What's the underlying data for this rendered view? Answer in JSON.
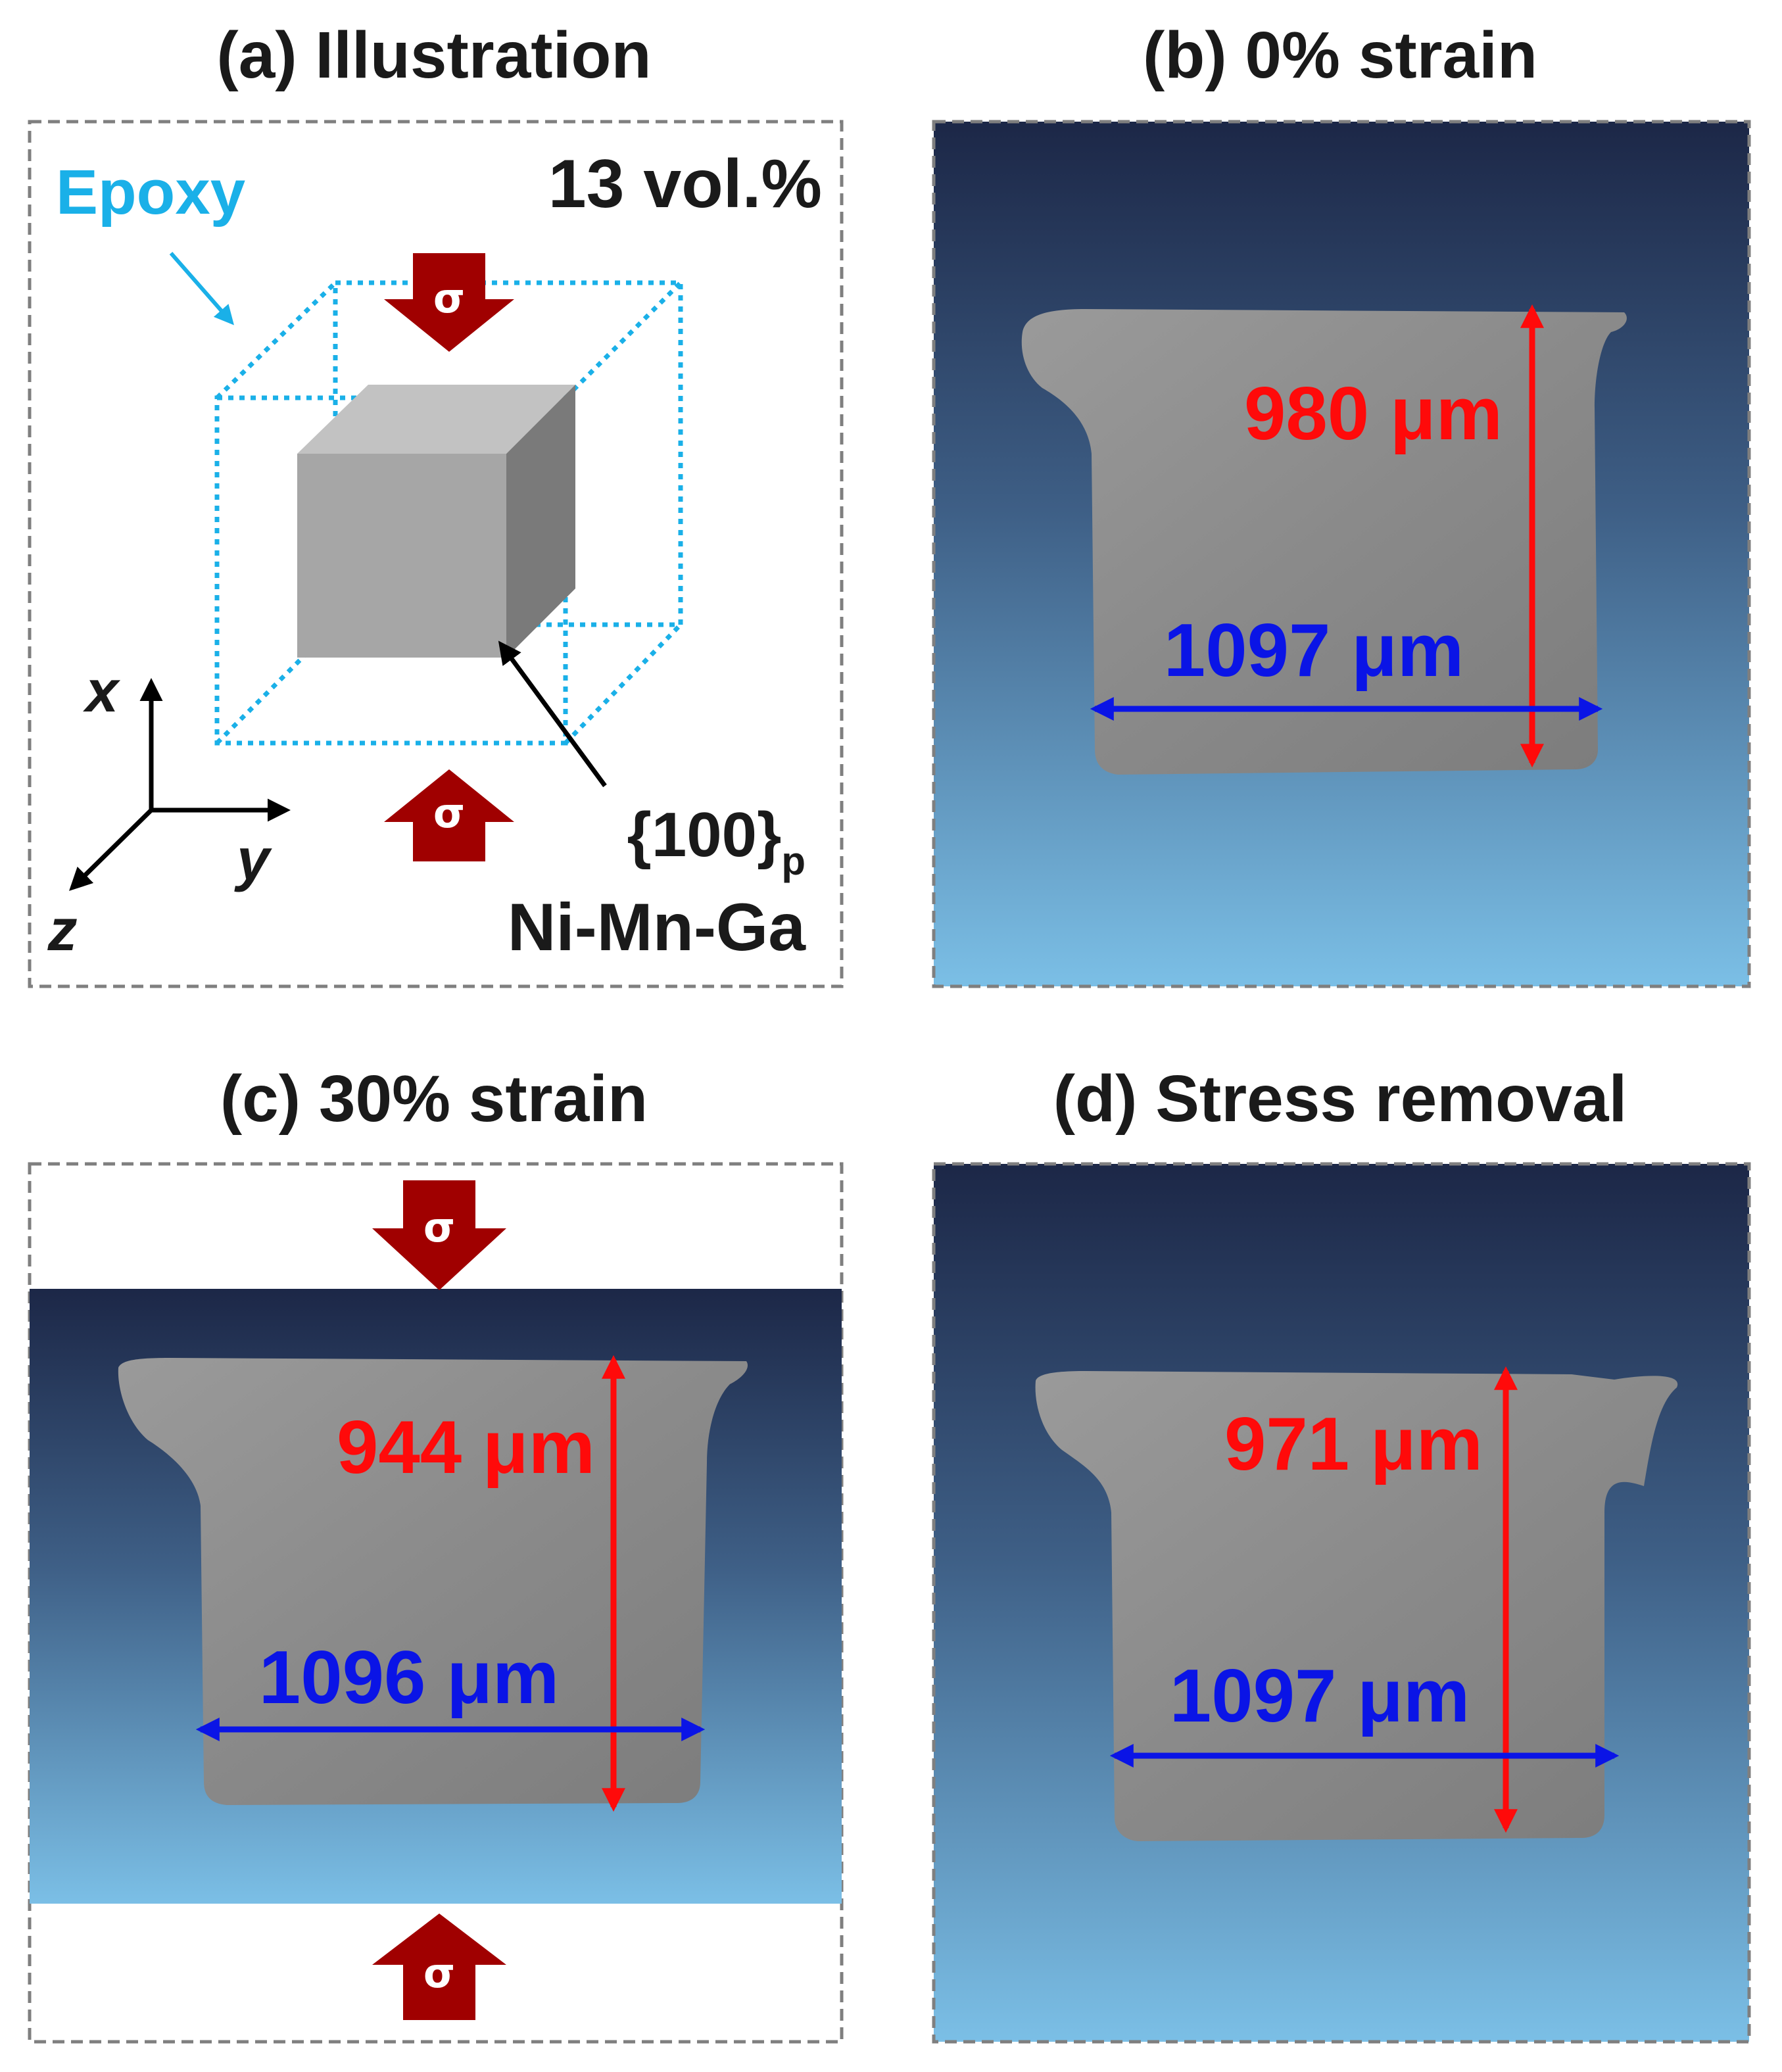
{
  "panels": {
    "a": {
      "title": "(a) Illustration",
      "epoxy_label": "Epoxy",
      "volume_label": "13 vol.%",
      "plane_label_main": "{100}",
      "plane_label_sub": "p",
      "material_label": "Ni-Mn-Ga",
      "axis_x": "x",
      "axis_y": "y",
      "axis_z": "z",
      "stress_symbol": "σ"
    },
    "b": {
      "title": "(b) 0% strain",
      "height_label": "980 μm",
      "width_label": "1097 μm"
    },
    "c": {
      "title": "(c) 30% strain",
      "height_label": "944 μm",
      "width_label": "1096 μm",
      "stress_symbol": "σ"
    },
    "d": {
      "title": "(d) Stress removal",
      "height_label": "971 μm",
      "width_label": "1097 μm"
    }
  },
  "colors": {
    "epoxy_cyan": "#1ab0e8",
    "stress_arrow": "#a00000",
    "height_dim_red": "#ff0a0a",
    "width_dim_blue": "#0a14e6",
    "bg_top": "#1c2747",
    "bg_bottom": "#7bbfe6",
    "cube_front": "#a6a6a6",
    "cube_side": "#7a7a7a",
    "cube_top": "#c2c2c2"
  }
}
